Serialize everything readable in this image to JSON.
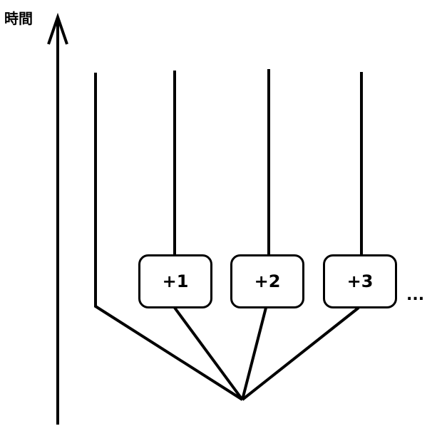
{
  "axis": {
    "label": "時間"
  },
  "branches": [
    {
      "label": "+1"
    },
    {
      "label": "+2"
    },
    {
      "label": "+3"
    }
  ],
  "continuation": "..."
}
